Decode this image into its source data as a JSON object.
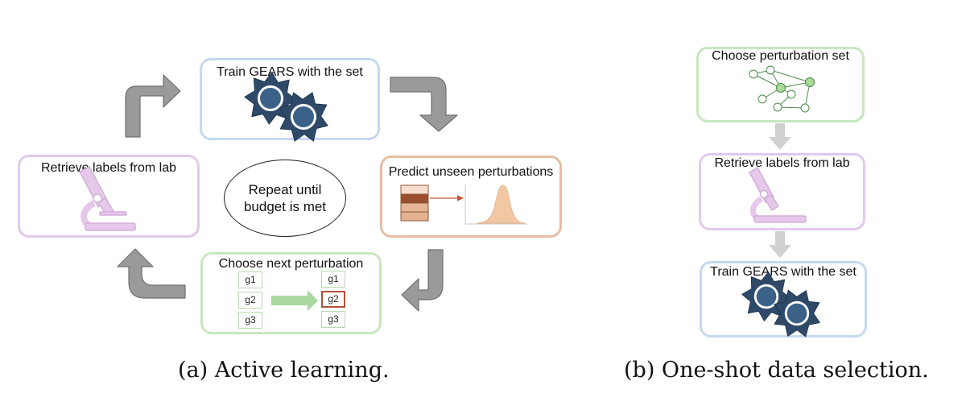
{
  "panel_a": {
    "train_title": "Train GEARS with the set",
    "retrieve_title": "Retrieve labels from lab",
    "predict_title": "Predict unseen perturbations",
    "choose_title": "Choose next perturbation",
    "repeat_text": "Repeat until budget is met",
    "genes_left": [
      "g1",
      "g2",
      "g3"
    ],
    "genes_right": [
      "g1",
      "g2",
      "g3"
    ],
    "caption": "(a) Active learning."
  },
  "panel_b": {
    "choose_title": "Choose perturbation set",
    "retrieve_title": "Retrieve labels from lab",
    "train_title": "Train GEARS with the set",
    "caption": "(b) One-shot data selection."
  },
  "colors": {
    "gear_fill": "#2f4a68",
    "gear_inner": "#3b6188",
    "arrow_gray": "#9a9a9a",
    "microscope": "#e6c8ea",
    "green_arrow": "#a8d8a0",
    "density": "#f2c8a4",
    "graph_node": "#a9d99b"
  }
}
